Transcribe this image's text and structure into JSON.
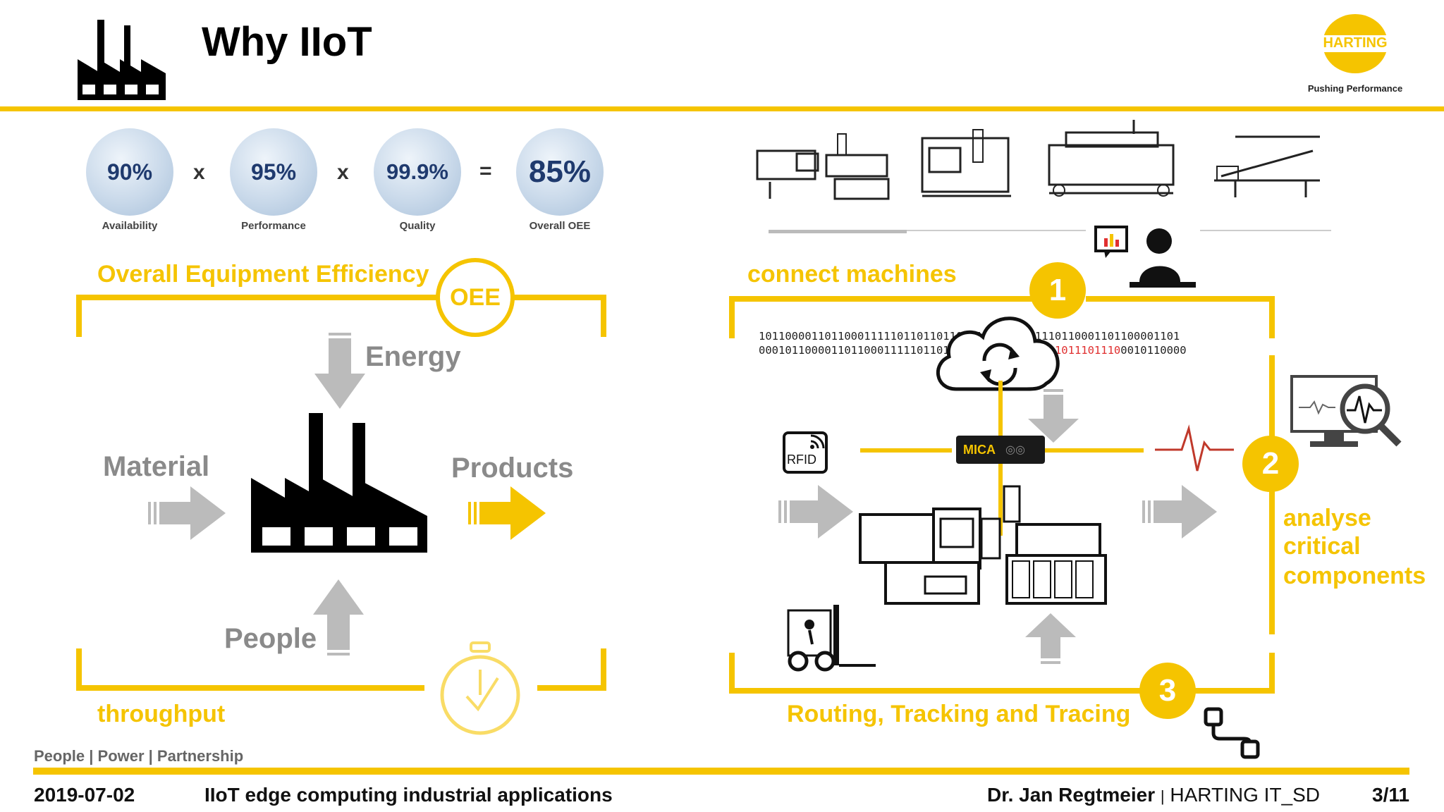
{
  "header": {
    "title": "Why IIoT",
    "logo_text": "HARTING",
    "logo_tagline": "Pushing Performance"
  },
  "oee": {
    "metrics": [
      {
        "value": "90%",
        "label": "Availability"
      },
      {
        "value": "95%",
        "label": "Performance"
      },
      {
        "value": "99.9%",
        "label": "Quality"
      },
      {
        "value": "85%",
        "label": "Overall OEE"
      }
    ],
    "operators": [
      "x",
      "x",
      "="
    ],
    "heading": "Overall Equipment Efficiency",
    "badge": "OEE",
    "energy": "Energy",
    "material": "Material",
    "products": "Products",
    "people": "People",
    "throughput": "throughput"
  },
  "right": {
    "connect": "connect machines",
    "analyse": [
      "analyse",
      "critical",
      "components"
    ],
    "routing": "Routing, Tracking and Tracing",
    "steps": [
      "1",
      "2",
      "3"
    ],
    "rfid": "RFID",
    "mica": "MICA",
    "binary_line1": "1011000011011000111110110110110001111101101110110001101100001101",
    "binary_line2_a": "00010110000110110001111101101110110",
    "binary_line2_red": "10001111011011101110",
    "binary_line2_b": "0010110000"
  },
  "footer": {
    "tagline": "People | Power | Partnership",
    "date": "2019-07-02",
    "subject": "IIoT edge computing industrial applications",
    "author": "Dr. Jan Regtmeier",
    "department": "HARTING IT_SD",
    "separator": "|",
    "page": "3/11"
  },
  "colors": {
    "accent": "#f5c400",
    "gray": "#8a8a8a",
    "red_bits": "#e03030"
  }
}
